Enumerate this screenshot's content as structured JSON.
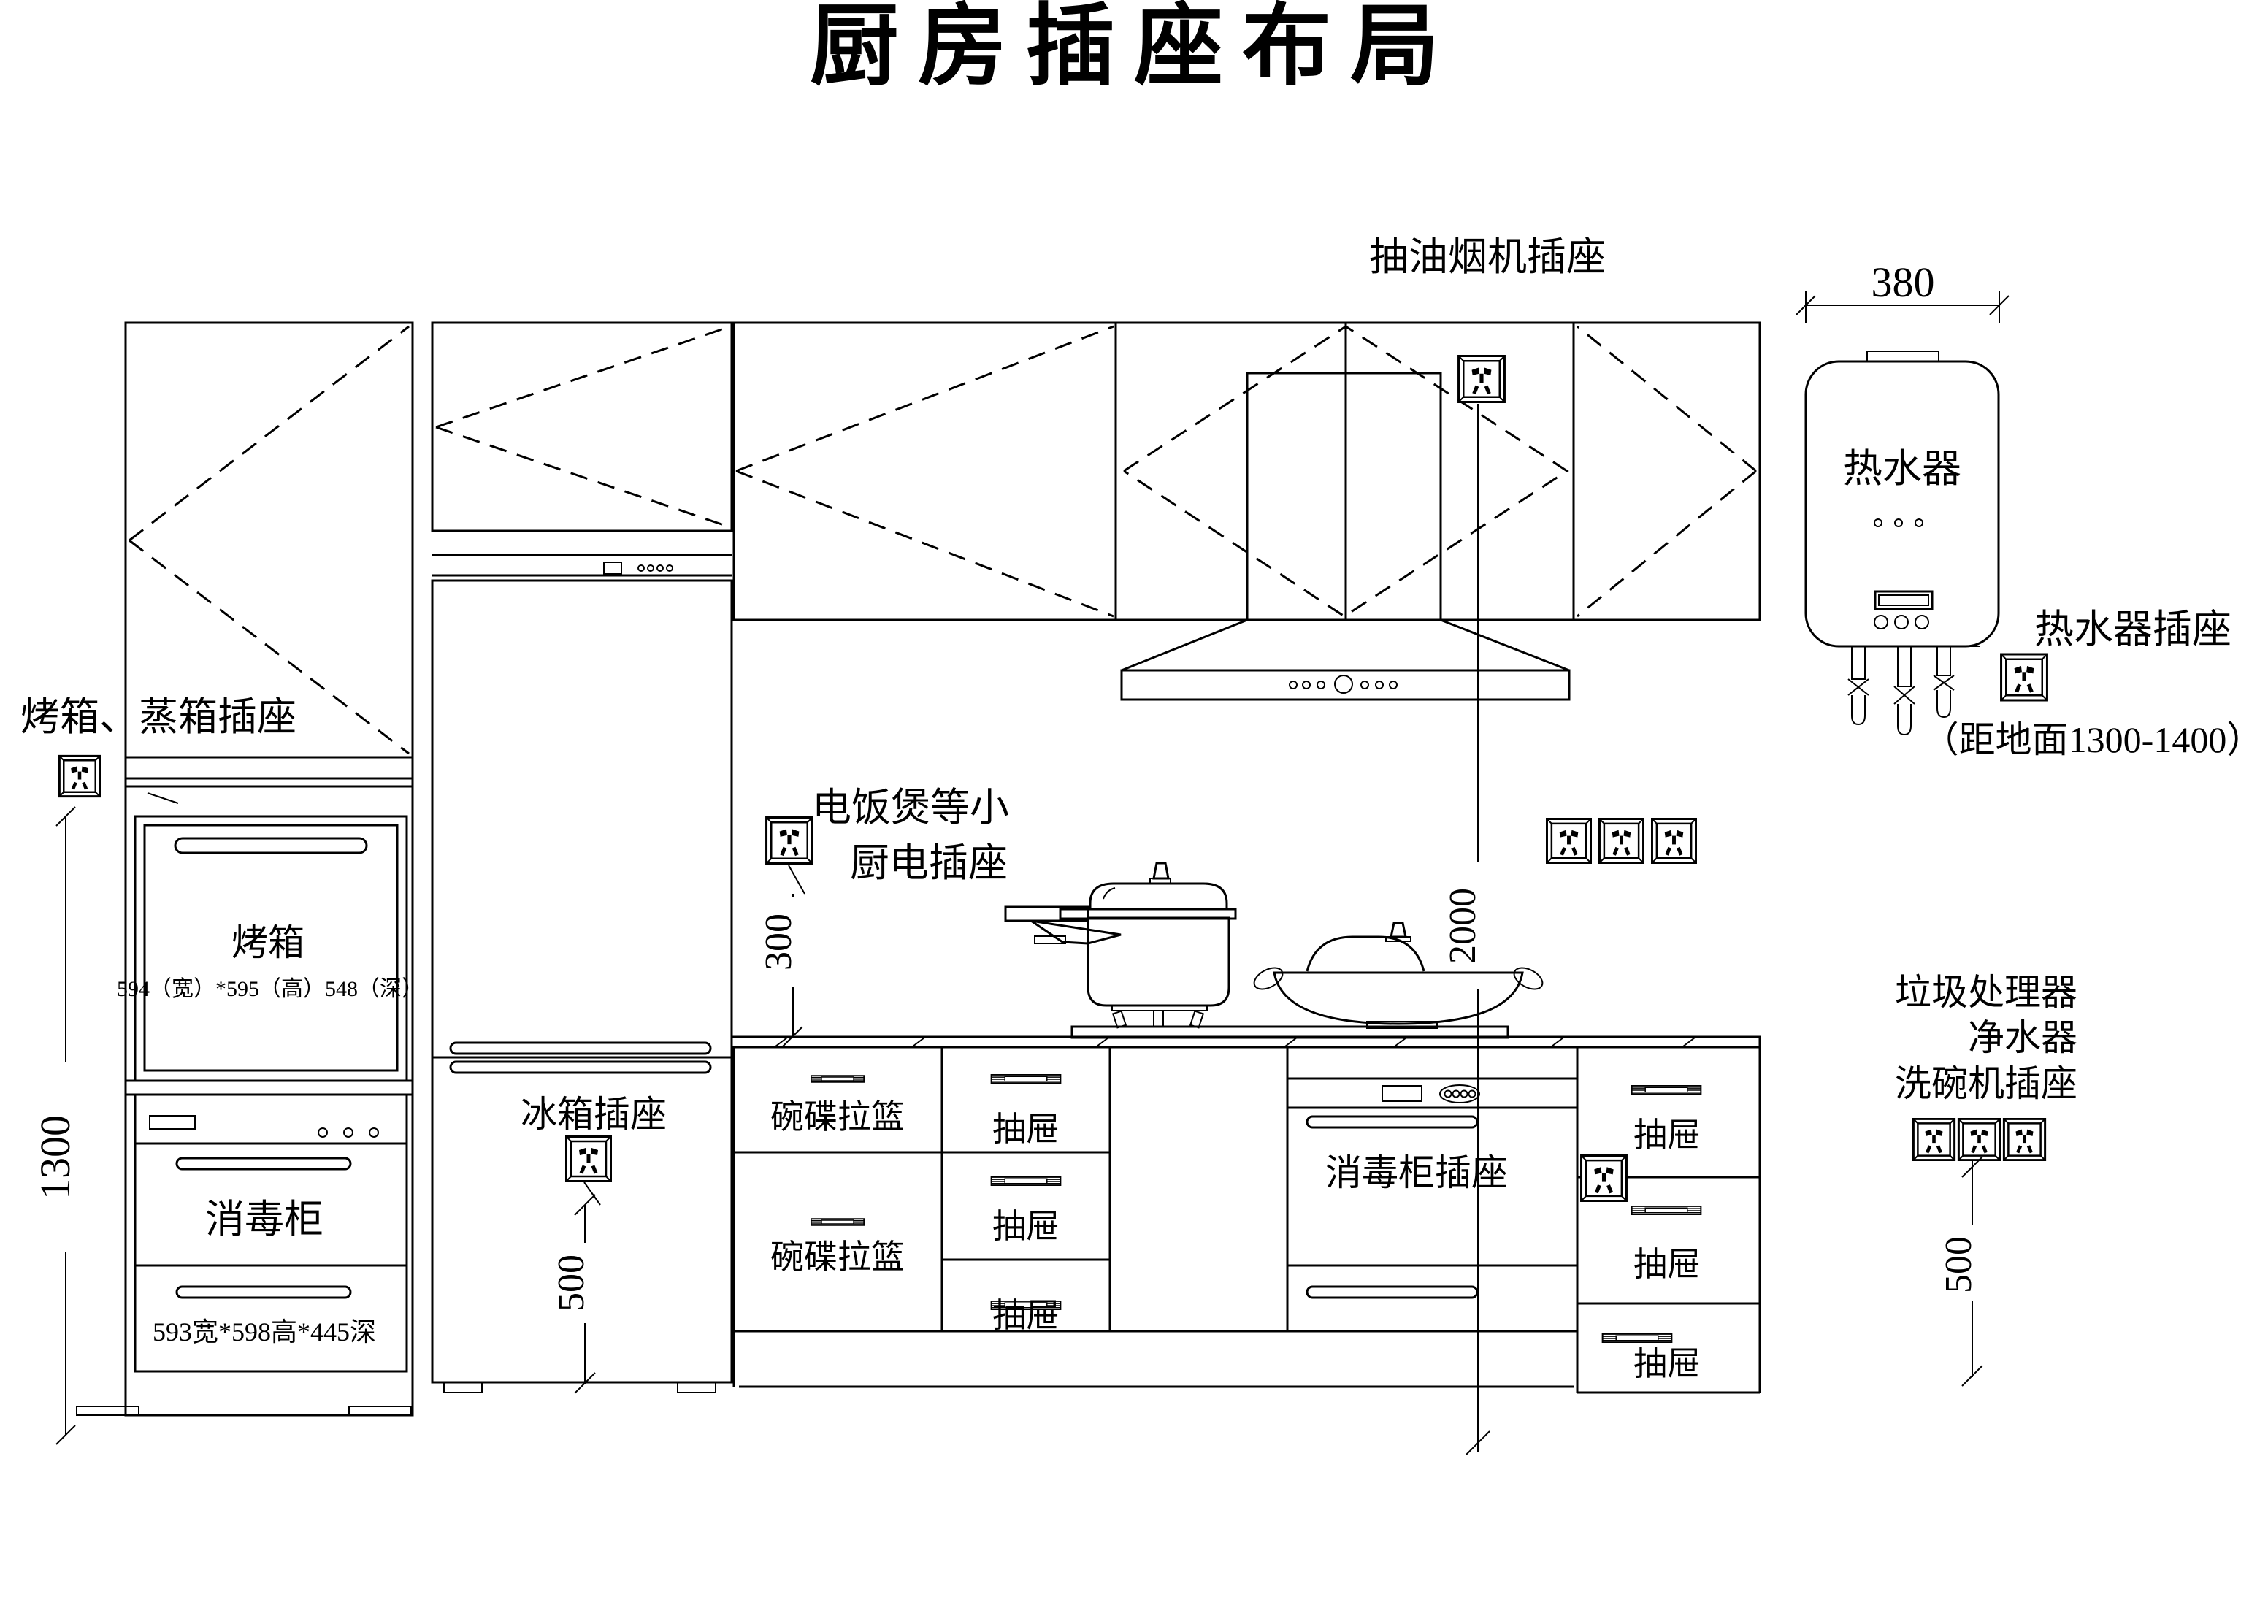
{
  "title": "厨房插座布局",
  "annotations": {
    "oven_steamer_socket": "烤箱、蒸箱插座",
    "hood_socket": "抽油烟机插座",
    "small_appliance_socket_line1": "电饭煲等小",
    "small_appliance_socket_line2": "厨电插座",
    "fridge_socket": "冰箱插座",
    "sterilizer_socket": "消毒柜插座",
    "water_heater_socket": "热水器插座",
    "water_heater_socket_note": "（距地面1300-1400）",
    "disposal": "垃圾处理器",
    "purifier": "净水器",
    "dishwasher_socket": "洗碗机插座"
  },
  "appliances": {
    "oven": {
      "name": "烤箱",
      "dims": "594（宽）*595（高）548（深）"
    },
    "sterilizer_tower": {
      "name": "消毒柜",
      "dims": "593宽*598高*445深"
    },
    "water_heater": {
      "name": "热水器"
    }
  },
  "cabinets": {
    "baskets": [
      "碗碟拉篮",
      "碗碟拉篮"
    ],
    "drawers_left": [
      "抽屉",
      "抽屉",
      "抽屉"
    ],
    "drawers_right": [
      "抽屉",
      "抽屉",
      "抽屉"
    ]
  },
  "dimensions": {
    "water_heater_width": "380",
    "oven_tower_height": "1300",
    "counter_to_socket": "300",
    "hood_socket_height": "2000",
    "fridge_socket_height": "500",
    "right_socket_height": "500"
  },
  "colors": {
    "line": "#000000",
    "background": "#ffffff"
  }
}
